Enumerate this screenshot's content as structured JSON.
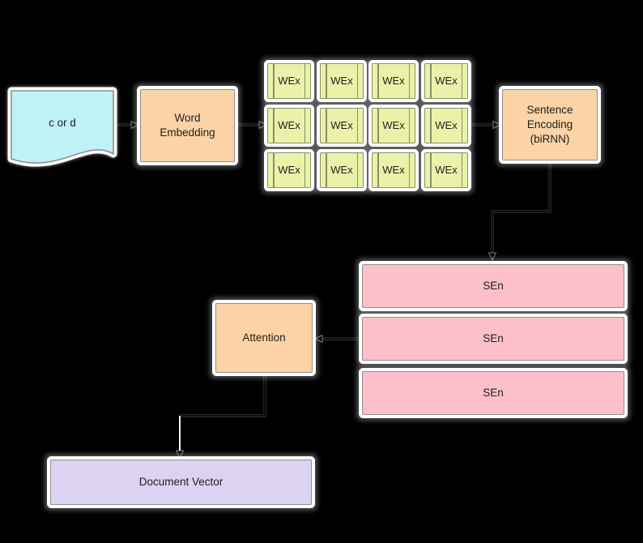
{
  "diagram": {
    "type": "neural-architecture-flowchart",
    "background_color": "#000000",
    "glow_color": "#ffffff",
    "line_color": "#000000",
    "text_color": "#1f1f1f"
  },
  "nodes": {
    "input_document": {
      "label": "c or d",
      "shape": "document",
      "fill": "#bff2f6"
    },
    "word_embedding": {
      "label": "Word Embedding",
      "shape": "rectangle",
      "fill": "#fbd3a6"
    },
    "wex_grid": {
      "shape": "predefined-process-grid",
      "fill": "#eaf2a9",
      "rows": [
        [
          "WEx",
          "WEx",
          "WEx",
          "WEx"
        ],
        [
          "WEx",
          "WEx",
          "WEx",
          "WEx"
        ],
        [
          "WEx",
          "WEx",
          "WEx",
          "WEx"
        ]
      ]
    },
    "sentence_encoding": {
      "label": "Sentence Encoding (biRNN)",
      "shape": "rectangle",
      "fill": "#fbd3a6"
    },
    "sen_stack": {
      "shape": "stacked-bars",
      "fill": "#fdc0ca",
      "items": [
        "SEn",
        "SEn",
        "SEn"
      ]
    },
    "attention": {
      "label": "Attention",
      "shape": "rectangle",
      "fill": "#fbd3a6"
    },
    "document_vector": {
      "label": "Document Vector",
      "shape": "rectangle",
      "fill": "#dcd3f2"
    }
  },
  "edges": [
    {
      "from": "input_document",
      "to": "word_embedding",
      "direction": "right"
    },
    {
      "from": "word_embedding",
      "to": "wex_grid",
      "direction": "right"
    },
    {
      "from": "wex_grid",
      "to": "sentence_encoding",
      "direction": "right"
    },
    {
      "from": "sentence_encoding",
      "to": "sen_stack",
      "direction": "down-elbow"
    },
    {
      "from": "sen_stack",
      "to": "attention",
      "direction": "left"
    },
    {
      "from": "attention",
      "to": "document_vector",
      "direction": "down-elbow"
    }
  ]
}
